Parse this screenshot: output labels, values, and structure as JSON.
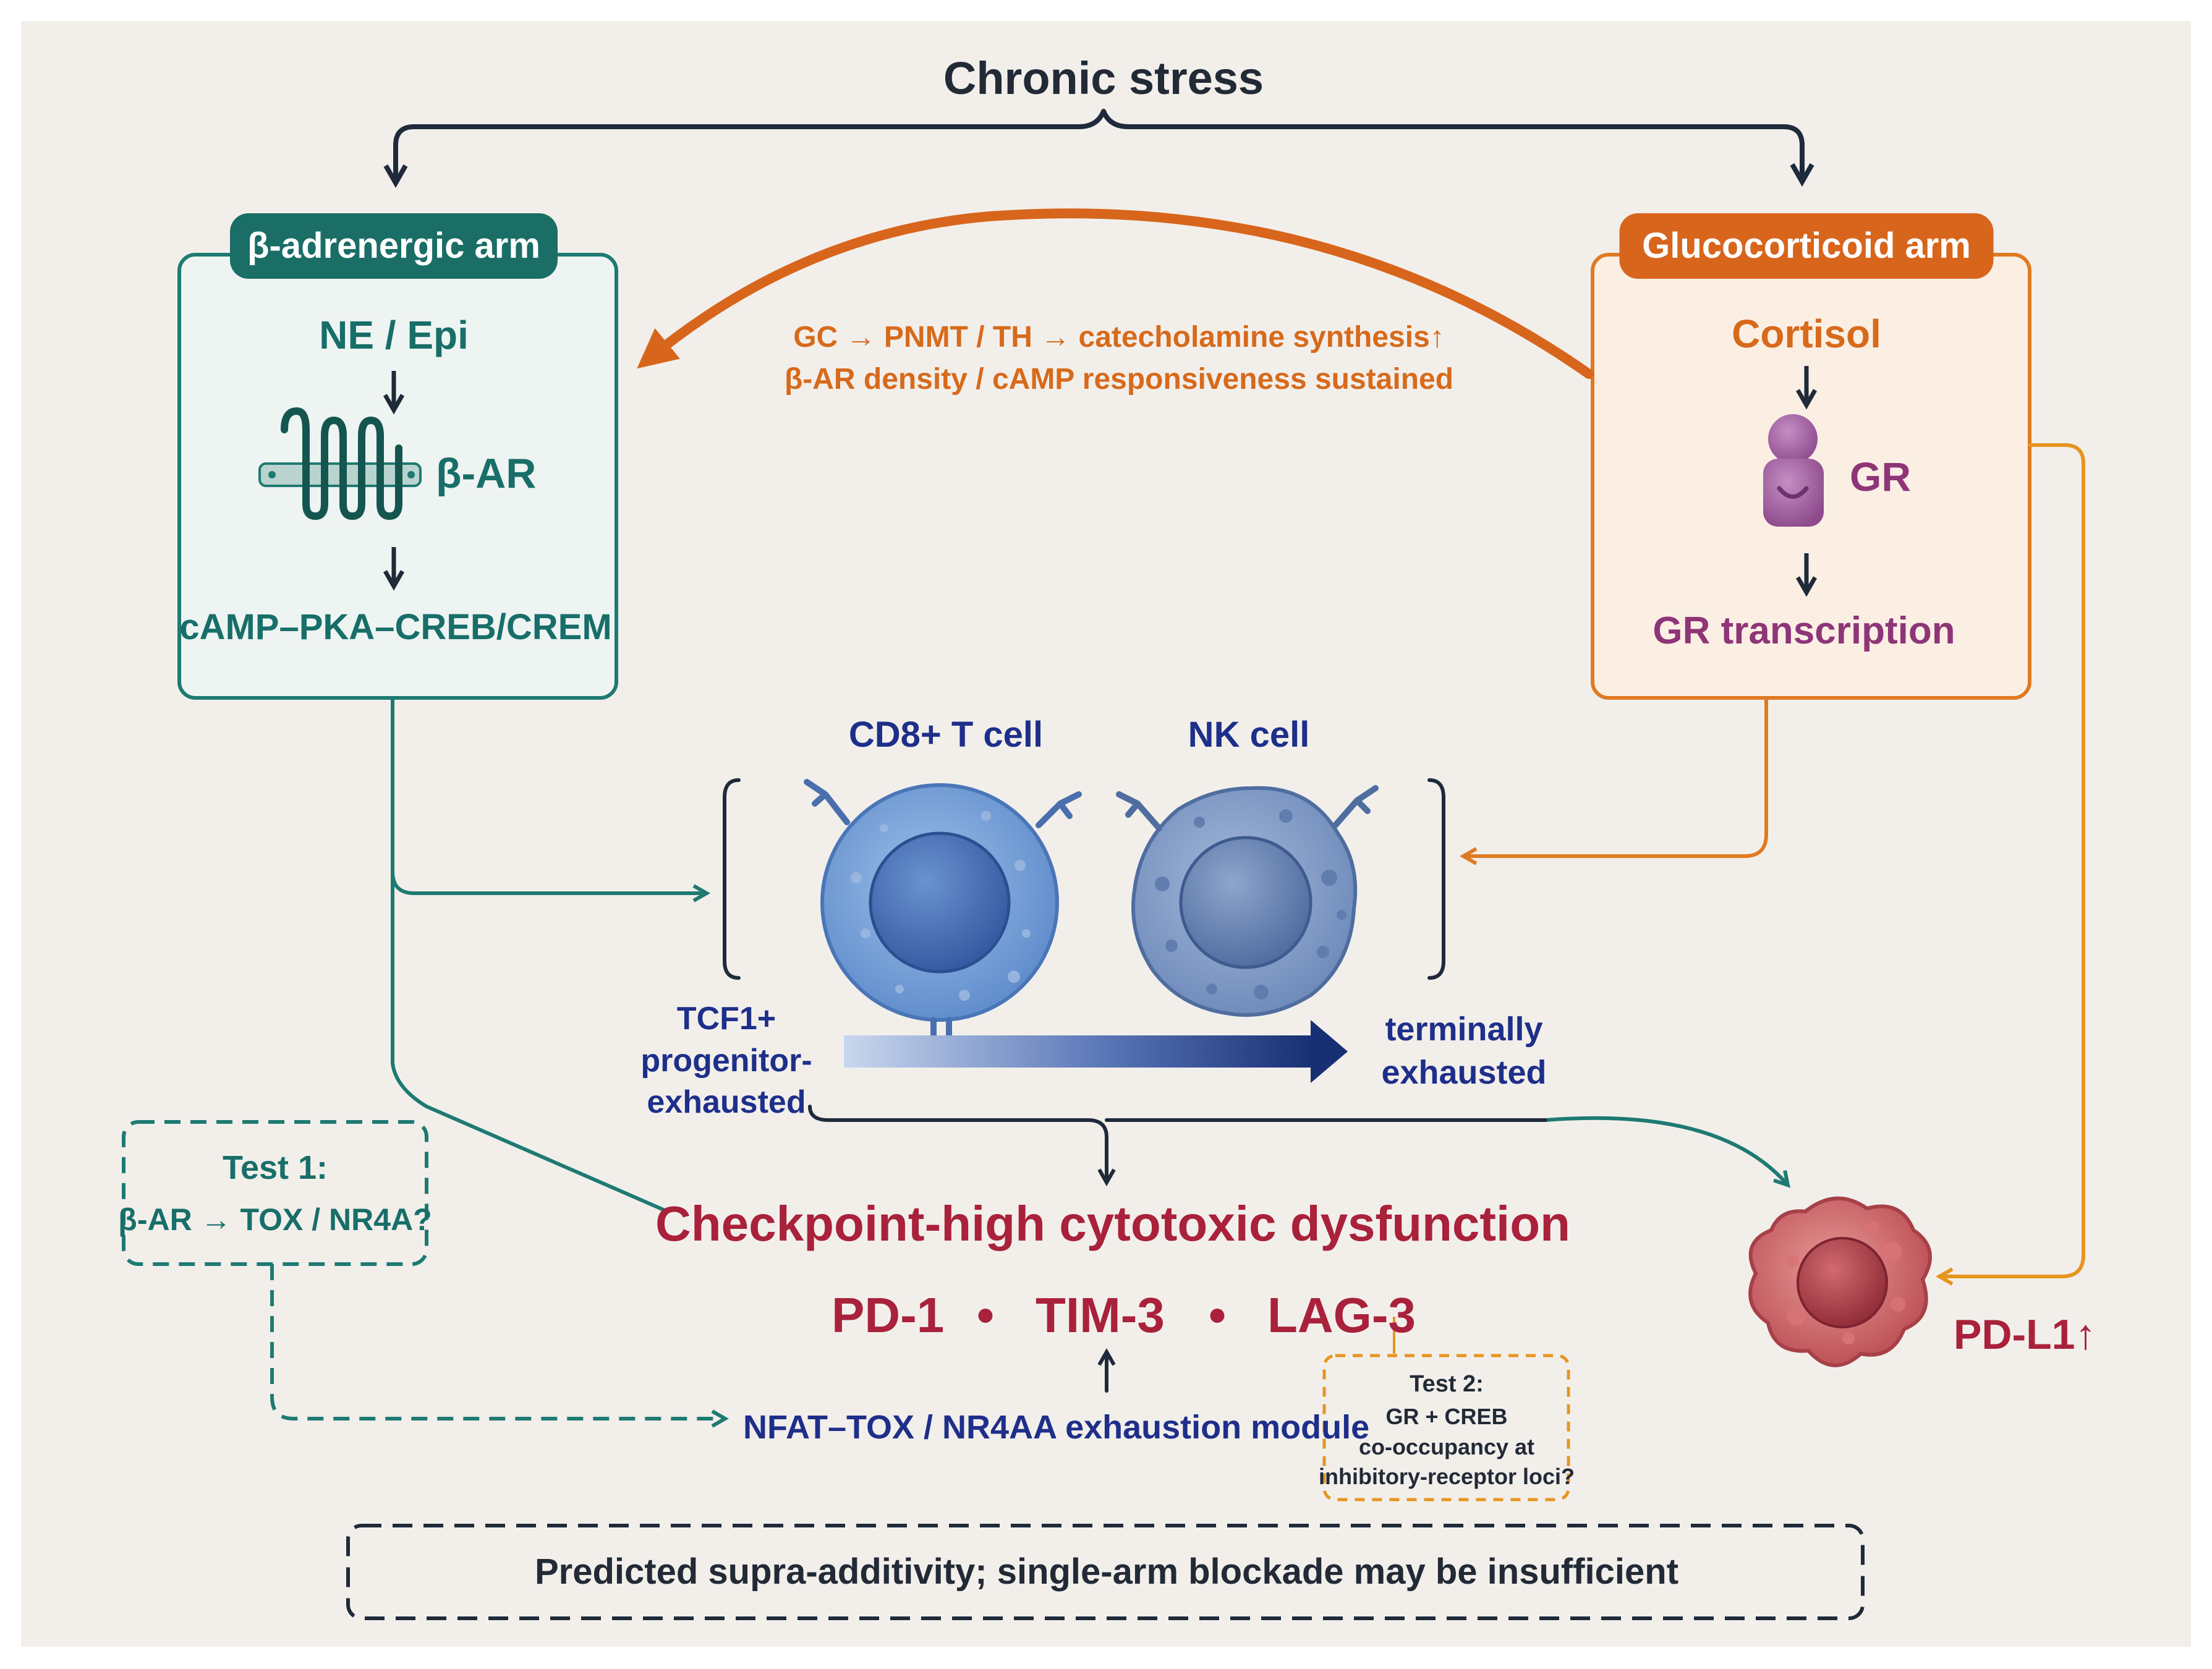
{
  "title": "Chronic stress",
  "beta_arm": {
    "label": "β-adrenergic arm",
    "ligand": "NE / Epi",
    "receptor": "β-AR",
    "pathway": "cAMP–PKA–CREB/CREM",
    "receptor_icon": "gpcr-receptor-icon",
    "color": "#186e68"
  },
  "gc_arm": {
    "label": "Glucocorticoid arm",
    "hormone": "Cortisol",
    "receptor": "GR",
    "output": "GR transcription",
    "receptor_icon": "gr-protein-icon",
    "color": "#d76a1b"
  },
  "crosstalk": {
    "line1": "GC → PNMT / TH → catecholamine synthesis↑",
    "line2": "β-AR density / cAMP responsiveness sustained"
  },
  "cells": {
    "cd8": "CD8+ T cell",
    "nk": "NK cell",
    "progenitor_label": "TCF1+\nprogenitor-\nexhausted",
    "terminal_label": "terminally\nexhausted"
  },
  "dysfunction": {
    "title": "Checkpoint-high cytotoxic dysfunction",
    "markers": [
      "PD-1",
      "TIM-3",
      "LAG-3"
    ],
    "module": "NFAT–TOX / NR4AA exhaustion module",
    "color": "#a9213a"
  },
  "tests": {
    "test1_title": "Test 1:",
    "test1_body": "β-AR → TOX / NR4A?",
    "test2_title": "Test 2:",
    "test2_body": "GR + CREB\nco-occupancy at\ninhibitory-receptor loci?"
  },
  "tumor": {
    "label": "PD-L1↑",
    "icon": "tumor-cell-icon"
  },
  "conclusion": "Predicted supra-additivity; single-arm blockade may be insufficient"
}
